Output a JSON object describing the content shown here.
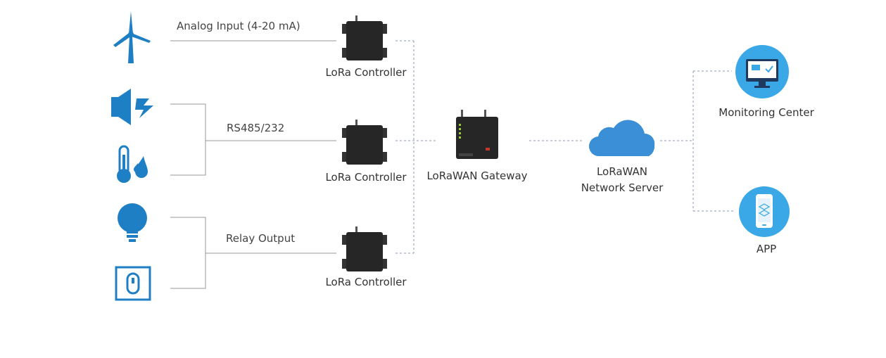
{
  "connections": {
    "analog": "Analog Input (4-20 mA)",
    "serial": "RS485/232",
    "relay": "Relay Output"
  },
  "nodes": {
    "controller_1": "LoRa Controller",
    "controller_2": "LoRa Controller",
    "controller_3": "LoRa Controller",
    "gateway": "LoRaWAN Gateway",
    "server_line1": "LoRaWAN",
    "server_line2": "Network Server",
    "monitoring": "Monitoring Center",
    "app": "APP"
  },
  "icons": {
    "wind_turbine": "wind-turbine-icon",
    "speaker": "speaker-icon",
    "thermometer": "thermometer-humidity-icon",
    "bulb": "light-bulb-icon",
    "switch": "wall-switch-icon",
    "cloud": "cloud-icon",
    "monitor": "monitor-icon",
    "phone": "phone-app-icon"
  },
  "colors": {
    "icon_blue": "#1f7fc4",
    "cloud_blue": "#3a8fd6",
    "circle_blue": "#3aa8e6",
    "device_dark": "#262626",
    "line_gray": "#999999"
  }
}
